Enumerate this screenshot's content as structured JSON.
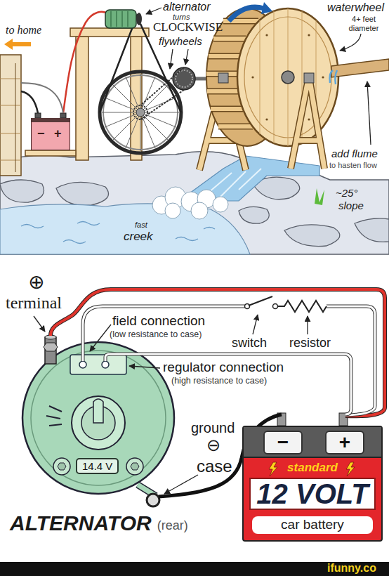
{
  "diagram": {
    "nodes": [
      {
        "text": [
          "−",
          "+"
        ]
      },
      {
        "text": [
          "14.4 V"
        ]
      },
      {
        "text": [
          "standard",
          "12 VOLT",
          "car battery"
        ]
      },
      {
        "text": [
          "−"
        ],
        "in": 2
      },
      {
        "text": [
          "+"
        ],
        "in": 2
      }
    ],
    "labels": [
      "to home",
      "alternator",
      "turns",
      "CLOCKWISE",
      "waterwheel",
      "4+ feet diameter",
      "flywheels",
      "add flume",
      "to hasten flow",
      "~25°",
      "slope",
      "fast",
      "creek",
      "⊕",
      "terminal",
      "field connection",
      "(low resistance to case)",
      "switch",
      "resistor",
      "regulator connection",
      "(high resistance to case)",
      "ground",
      "⊖",
      "case",
      "ALTERNATOR",
      "(rear)",
      "ifunny.co"
    ]
  }
}
